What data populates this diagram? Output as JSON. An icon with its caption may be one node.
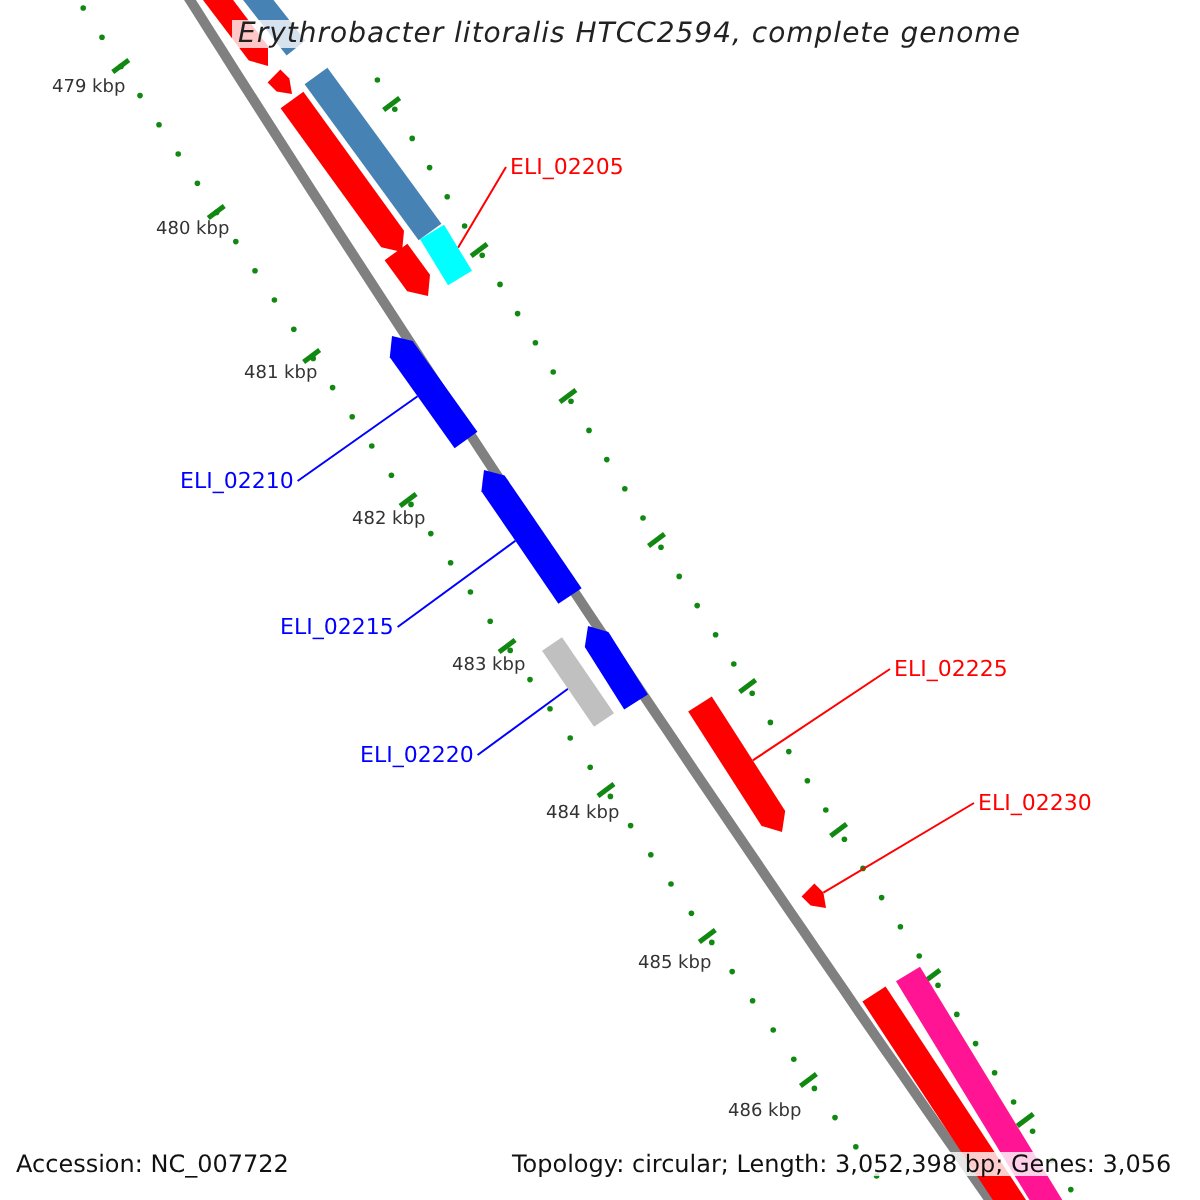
{
  "diagram": {
    "title": "Erythrobacter litoralis HTCC2594, complete genome",
    "nodes": [
      {
        "text": [
          "ELI_02205"
        ]
      },
      {
        "text": [],
        "shape": "bar"
      },
      {
        "text": [
          "ELI_02210"
        ]
      },
      {
        "text": [],
        "shape": "bar"
      },
      {
        "text": [
          "ELI_02215"
        ]
      },
      {
        "text": [],
        "shape": "bar"
      },
      {
        "text": [
          "ELI_02220"
        ]
      },
      {
        "text": [],
        "shape": "bar"
      },
      {
        "text": [
          "ELI_02225"
        ]
      },
      {
        "text": [],
        "shape": "bar"
      },
      {
        "text": [
          "ELI_02230"
        ]
      },
      {
        "text": [],
        "shape": "bar"
      },
      {
        "text": [],
        "shape": "bar"
      },
      {
        "text": [],
        "shape": "bar"
      },
      {
        "text": [],
        "shape": "bar"
      },
      {
        "text": [],
        "shape": "bar"
      },
      {
        "text": [],
        "shape": "bar"
      },
      {
        "text": [],
        "shape": "bar"
      },
      {
        "text": [],
        "shape": "bar"
      },
      {
        "text": [],
        "shape": "bar"
      },
      {
        "text": [],
        "shape": "bar"
      }
    ],
    "edges": [
      {
        "from": 0,
        "to": 1,
        "arrow": "none",
        "color": "#ff0000"
      },
      {
        "from": 2,
        "to": 3,
        "arrow": "none",
        "color": "#0000ff"
      },
      {
        "from": 4,
        "to": 5,
        "arrow": "none",
        "color": "#0000ff"
      },
      {
        "from": 6,
        "to": 7,
        "arrow": "none",
        "color": "#0000ff"
      },
      {
        "from": 8,
        "to": 9,
        "arrow": "none",
        "color": "#ff0000"
      },
      {
        "from": 10,
        "to": 11,
        "arrow": "none",
        "color": "#ff0000"
      }
    ],
    "labels": [
      "479 kbp",
      "480 kbp",
      "481 kbp",
      "482 kbp",
      "483 kbp",
      "484 kbp",
      "485 kbp",
      "486 kbp",
      "Accession: NC_007722",
      "Topology: circular; Length: 3,052,398 bp; Genes: 3,056"
    ]
  }
}
